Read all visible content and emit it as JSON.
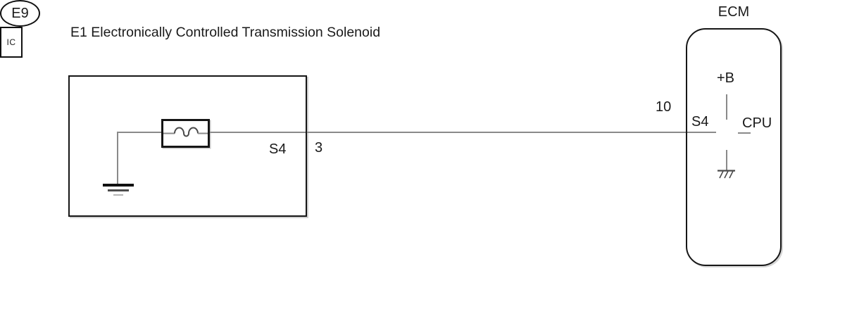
{
  "diagram": {
    "title": "E1 Electronically Controlled Transmission Solenoid",
    "solenoid": {
      "terminal_label": "S4",
      "wire_number": "3"
    },
    "connector": {
      "pin_number": "10",
      "connector_id": "E9"
    },
    "ecm": {
      "title": "ECM",
      "power_terminal": "+B",
      "signal_terminal": "S4",
      "ic_label": "IC",
      "cpu_label": "CPU"
    },
    "icons": {
      "coil": "solenoid-coil-icon",
      "ground": "earth-ground-icon",
      "chassis_ground": "chassis-ground-icon"
    },
    "colors": {
      "outline": "#161616",
      "wire": "#8a8a8a",
      "text": "#1a1a1a",
      "background": "#ffffff"
    }
  }
}
